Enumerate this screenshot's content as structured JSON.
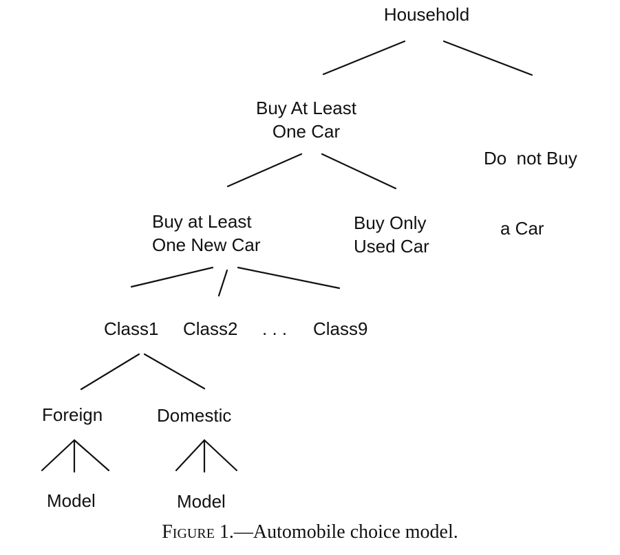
{
  "nodes": {
    "household": [
      "Household"
    ],
    "buy_at_least_one_car": [
      "Buy At Least",
      "One Car"
    ],
    "do_not_buy_a_car": [
      "Do  not Buy",
      "a Car"
    ],
    "buy_at_least_one_new_car": [
      "Buy at Least",
      "One New Car"
    ],
    "buy_only_used_car": [
      "Buy Only",
      "Used Car"
    ],
    "class1": [
      "Class1"
    ],
    "class2": [
      "Class2"
    ],
    "class_ellipsis": [
      ". . ."
    ],
    "class9": [
      "Class9"
    ],
    "foreign": [
      "Foreign"
    ],
    "domestic": [
      "Domestic"
    ],
    "model_foreign": [
      "Model"
    ],
    "model_domestic": [
      "Model"
    ]
  },
  "caption": {
    "label": "Figure 1.",
    "text": "—Automobile choice model."
  }
}
